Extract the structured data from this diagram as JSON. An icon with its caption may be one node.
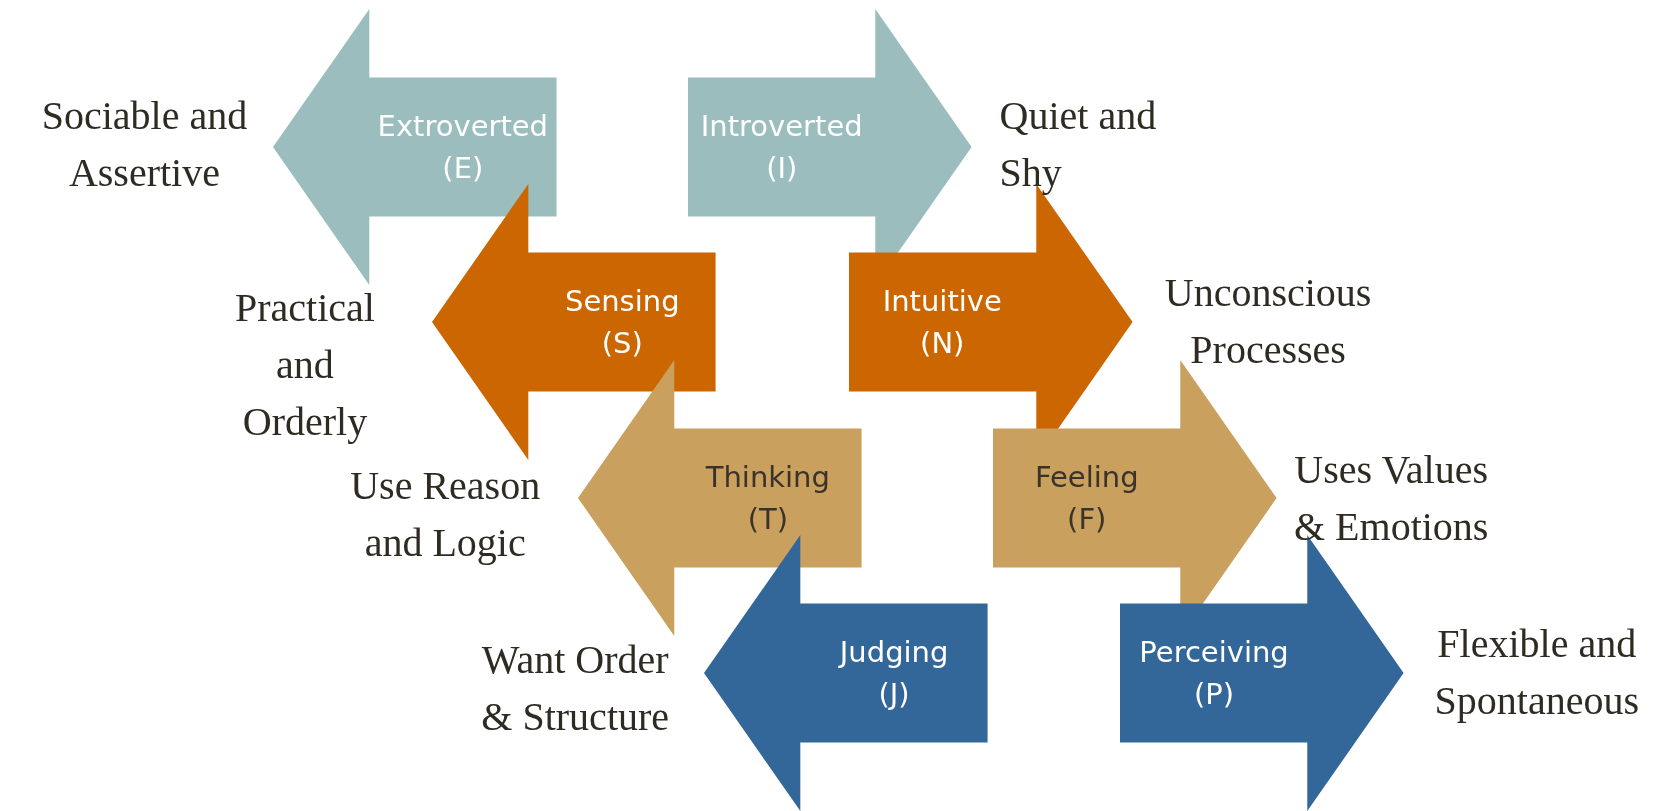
{
  "diagram": {
    "nodes": [
      {
        "text": [
          "Extroverted (E)"
        ]
      },
      {
        "text": [
          "Introverted (I)"
        ]
      },
      {
        "text": [
          "Sensing (S)"
        ]
      },
      {
        "text": [
          "Intuitive (N)"
        ]
      },
      {
        "text": [
          "Thinking (T)"
        ]
      },
      {
        "text": [
          "Feeling (F)"
        ]
      },
      {
        "text": [
          "Judging (J)"
        ]
      },
      {
        "text": [
          "Perceiving (P)"
        ]
      }
    ],
    "labels": [
      "Sociable and Assertive",
      "Quiet and Shy",
      "Practical and Orderly",
      "Unconscious Processes",
      "Use Reason and Logic",
      "Uses Values & Emotions",
      "Want Order & Structure",
      "Flexible and Spontaneous"
    ]
  }
}
